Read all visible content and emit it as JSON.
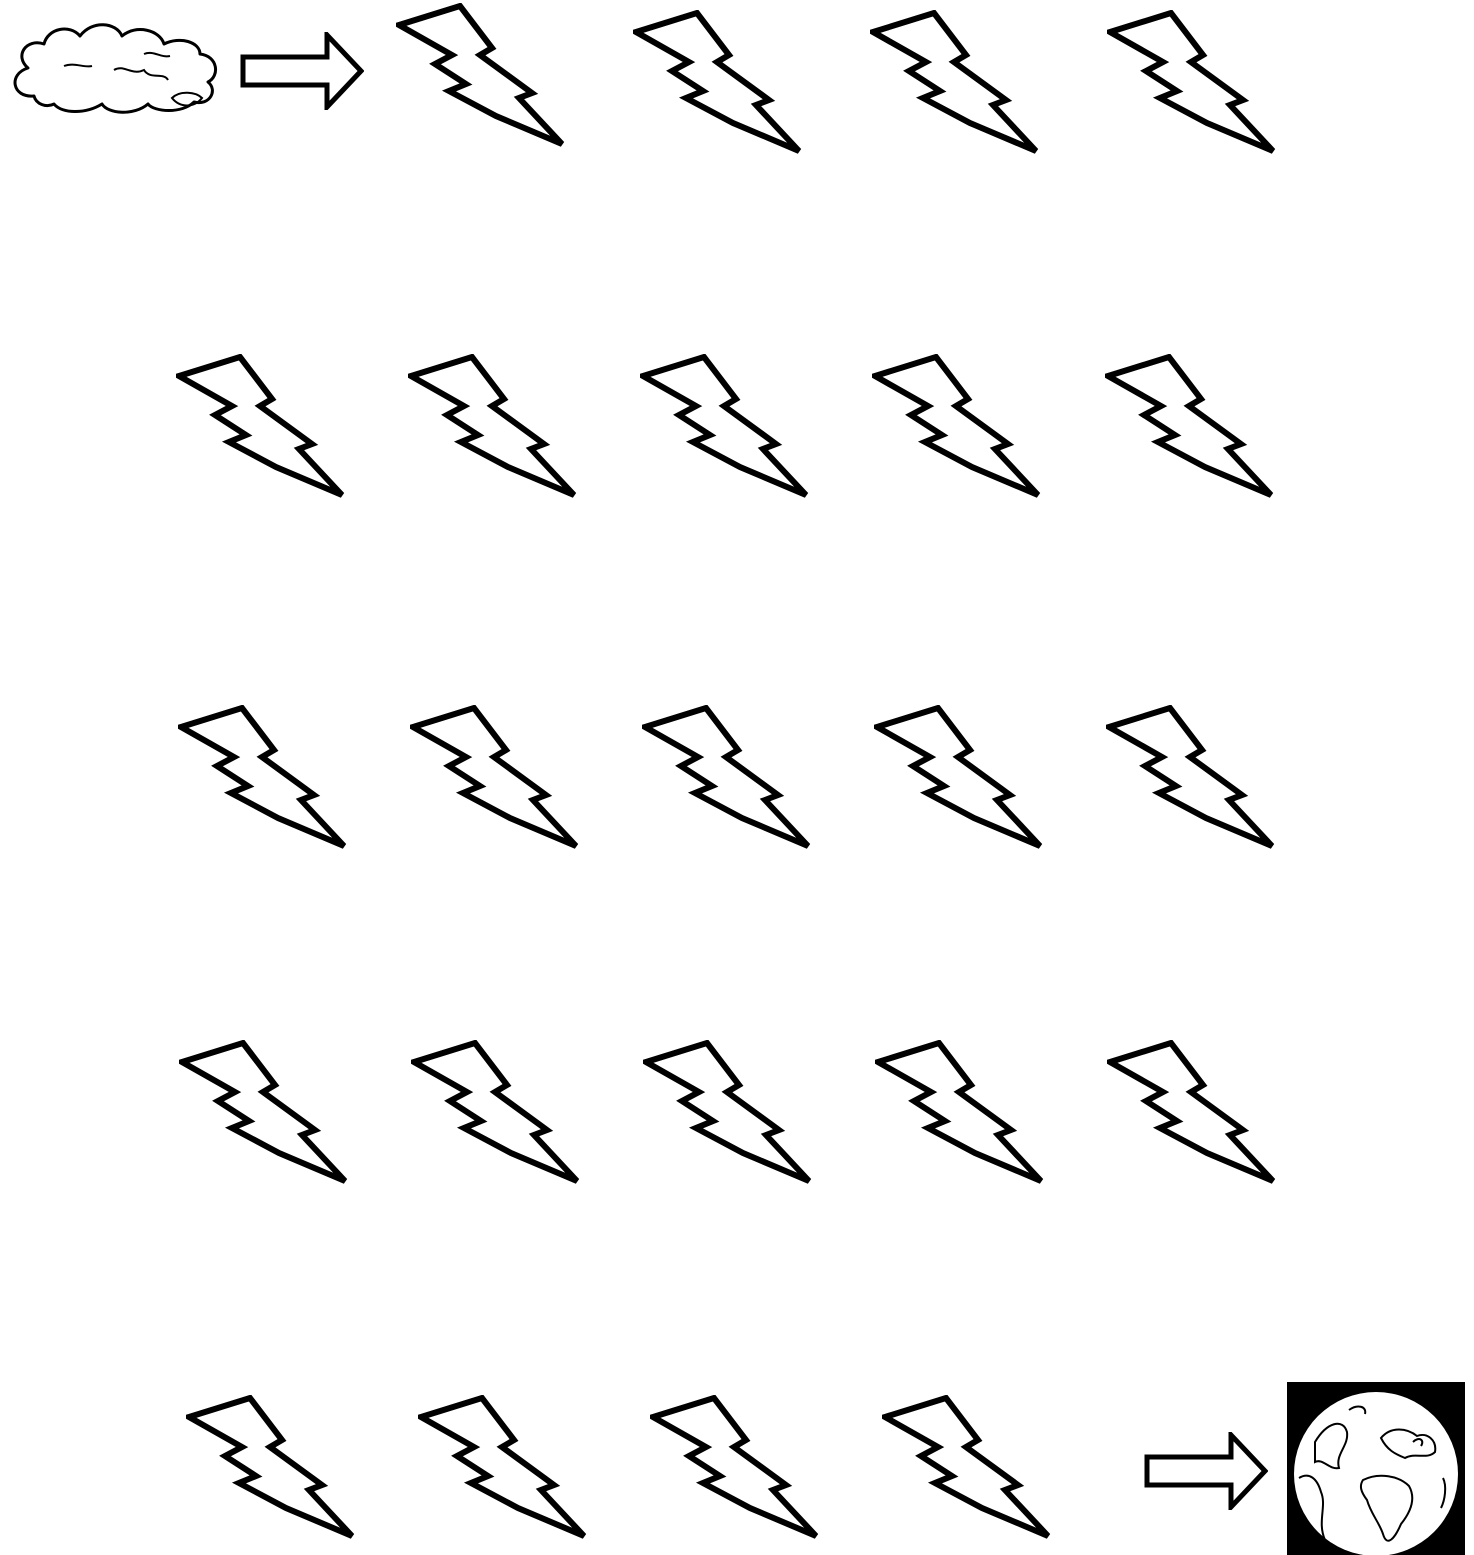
{
  "title": "",
  "scene": {
    "source": "cloud-icon",
    "destination": "earth-globe-icon",
    "connector": "right-arrow-icon",
    "unit_icon": "lightning-bolt-icon",
    "bolt_rows": [
      4,
      5,
      5,
      5,
      4
    ],
    "bolt_total": 23
  },
  "colors": {
    "ink": "#000000",
    "paper": "#ffffff"
  }
}
